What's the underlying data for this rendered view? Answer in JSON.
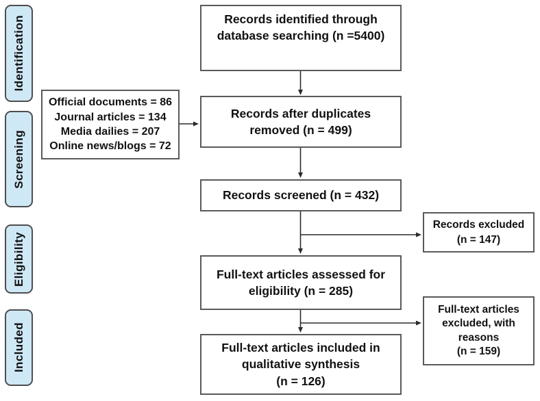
{
  "sidebar": {
    "items": [
      {
        "label": "Identification"
      },
      {
        "label": "Screening"
      },
      {
        "label": "Eligibility"
      },
      {
        "label": "Included"
      }
    ]
  },
  "flow": {
    "identified": "Records identified through\ndatabase searching (n =5400)",
    "duplicates_removed": "Records after duplicates\nremoved (n = 499)",
    "screened": "Records screened (n = 432)",
    "assessed": "Full-text articles assessed for\neligibility (n = 285)",
    "included": "Full-text articles included in\nqualitative synthesis\n(n = 126)"
  },
  "sources_box": {
    "lines": [
      "Official documents = 86",
      "Journal articles = 134",
      "Media dailies = 207",
      "Online news/blogs = 72"
    ]
  },
  "excluded": {
    "records": "Records excluded\n(n = 147)",
    "full_text": "Full-text articles\nexcluded, with\nreasons\n(n = 159)"
  },
  "colors": {
    "stage_fill": "#cfe8f5",
    "stage_border": "#4d4d4d",
    "box_border": "#58595b",
    "line": "#2b2b2b",
    "text": "#111111"
  }
}
